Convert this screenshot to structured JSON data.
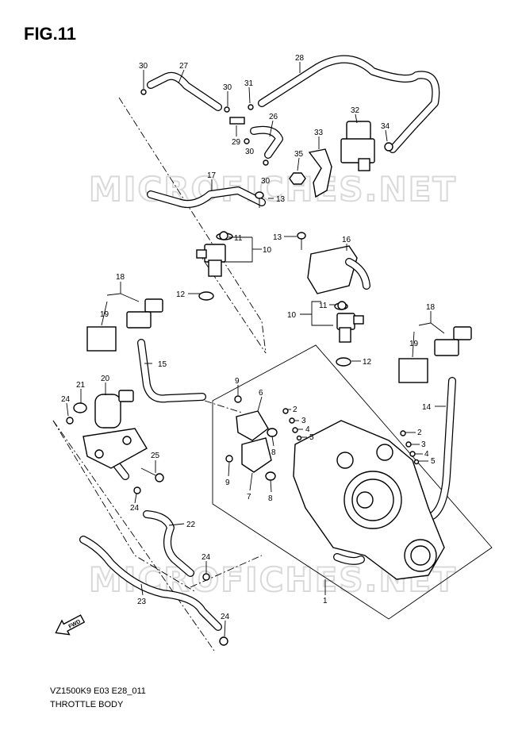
{
  "figure": {
    "title": "FIG.11"
  },
  "footer": {
    "code": "VZ1500K9 E03 E28_011",
    "name": "THROTTLE BODY"
  },
  "watermark": {
    "text": "MICROFICHES.NET",
    "color": "#d9d9d9"
  },
  "direction_arrow": {
    "label": "FWD"
  },
  "callouts": [
    {
      "id": "c30a",
      "number": "30"
    },
    {
      "id": "c27",
      "number": "27"
    },
    {
      "id": "c28",
      "number": "28"
    },
    {
      "id": "c30b",
      "number": "30"
    },
    {
      "id": "c31",
      "number": "31"
    },
    {
      "id": "c26",
      "number": "26"
    },
    {
      "id": "c29",
      "number": "29"
    },
    {
      "id": "c30c",
      "number": "30"
    },
    {
      "id": "c32",
      "number": "32"
    },
    {
      "id": "c34",
      "number": "34"
    },
    {
      "id": "c33",
      "number": "33"
    },
    {
      "id": "c35",
      "number": "35"
    },
    {
      "id": "c30d",
      "number": "30"
    },
    {
      "id": "c17",
      "number": "17"
    },
    {
      "id": "c13a",
      "number": "13"
    },
    {
      "id": "c13b",
      "number": "13"
    },
    {
      "id": "c16",
      "number": "16"
    },
    {
      "id": "c11a",
      "number": "11"
    },
    {
      "id": "c10a",
      "number": "10"
    },
    {
      "id": "c12a",
      "number": "12"
    },
    {
      "id": "c18a",
      "number": "18"
    },
    {
      "id": "c19a",
      "number": "19"
    },
    {
      "id": "c11b",
      "number": "11"
    },
    {
      "id": "c10b",
      "number": "10"
    },
    {
      "id": "c12b",
      "number": "12"
    },
    {
      "id": "c18b",
      "number": "18"
    },
    {
      "id": "c19b",
      "number": "19"
    },
    {
      "id": "c15",
      "number": "15"
    },
    {
      "id": "c14",
      "number": "14"
    },
    {
      "id": "c20",
      "number": "20"
    },
    {
      "id": "c21",
      "number": "21"
    },
    {
      "id": "c24a",
      "number": "24"
    },
    {
      "id": "c9a",
      "number": "9"
    },
    {
      "id": "c6",
      "number": "6"
    },
    {
      "id": "c2a",
      "number": "2"
    },
    {
      "id": "c3a",
      "number": "3"
    },
    {
      "id": "c4a",
      "number": "4"
    },
    {
      "id": "c5a",
      "number": "5"
    },
    {
      "id": "c2b",
      "number": "2"
    },
    {
      "id": "c3b",
      "number": "3"
    },
    {
      "id": "c4b",
      "number": "4"
    },
    {
      "id": "c5b",
      "number": "5"
    },
    {
      "id": "c8a",
      "number": "8"
    },
    {
      "id": "c9b",
      "number": "9"
    },
    {
      "id": "c7",
      "number": "7"
    },
    {
      "id": "c8b",
      "number": "8"
    },
    {
      "id": "c25",
      "number": "25"
    },
    {
      "id": "c24b",
      "number": "24"
    },
    {
      "id": "c22",
      "number": "22"
    },
    {
      "id": "c24c",
      "number": "24"
    },
    {
      "id": "c23",
      "number": "23"
    },
    {
      "id": "c24d",
      "number": "24"
    },
    {
      "id": "c1",
      "number": "1"
    }
  ]
}
